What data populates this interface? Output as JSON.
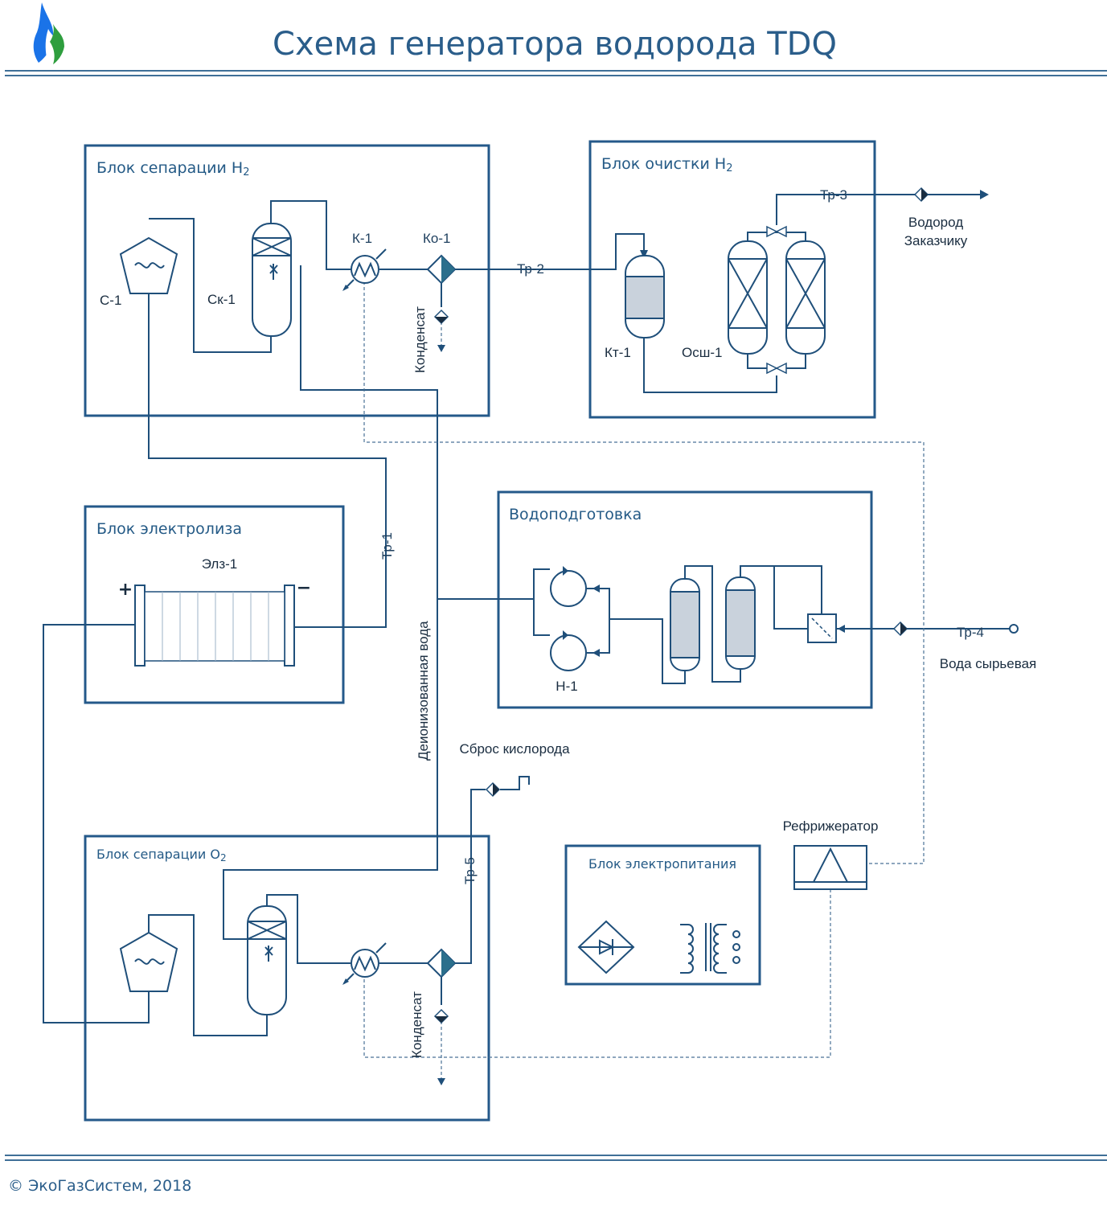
{
  "title": "Схема генератора водорода TDQ",
  "footer": "© ЭкоГазСистем, 2018",
  "blocks": {
    "h2_separation": "Блок сепарации H",
    "h2_purification": "Блок очистки H",
    "electrolysis": "Блок электролиза",
    "water_treatment": "Водоподготовка",
    "o2_separation": "Блок сепарации O",
    "power_supply": "Блок электропитания",
    "subscript_2": "2"
  },
  "equipment": {
    "c1": "С-1",
    "sk1": "Ск-1",
    "k1": "К-1",
    "ko1": "Ко-1",
    "kt1": "Кт-1",
    "osh1": "Осш-1",
    "elz1": "Элз-1",
    "n1": "Н-1",
    "refrigerator": "Рефрижератор"
  },
  "pipes": {
    "tr1": "Тр-1",
    "tr2": "Тр-2",
    "tr3": "Тр-3",
    "tr4": "Тр-4",
    "tr5": "Тр-5"
  },
  "streams": {
    "hydrogen_line1": "Водород",
    "hydrogen_line2": "Заказчику",
    "condensate_top": "Конденсат",
    "condensate_bottom": "Конденсат",
    "deionized_water": "Деионизованная вода",
    "raw_water": "Вода сырьевая",
    "oxygen_vent": "Сброс кислорода"
  },
  "polarity": {
    "plus": "+",
    "minus": "−"
  },
  "colors": {
    "line": "#1f4f7a",
    "title": "#2a5d8a",
    "box_border": "#24598a",
    "fill_gray": "#c9d2dc",
    "logo_blue": "#1a73e8",
    "logo_green": "#2e9e3e",
    "separator_teal": "#2b6f8c"
  }
}
